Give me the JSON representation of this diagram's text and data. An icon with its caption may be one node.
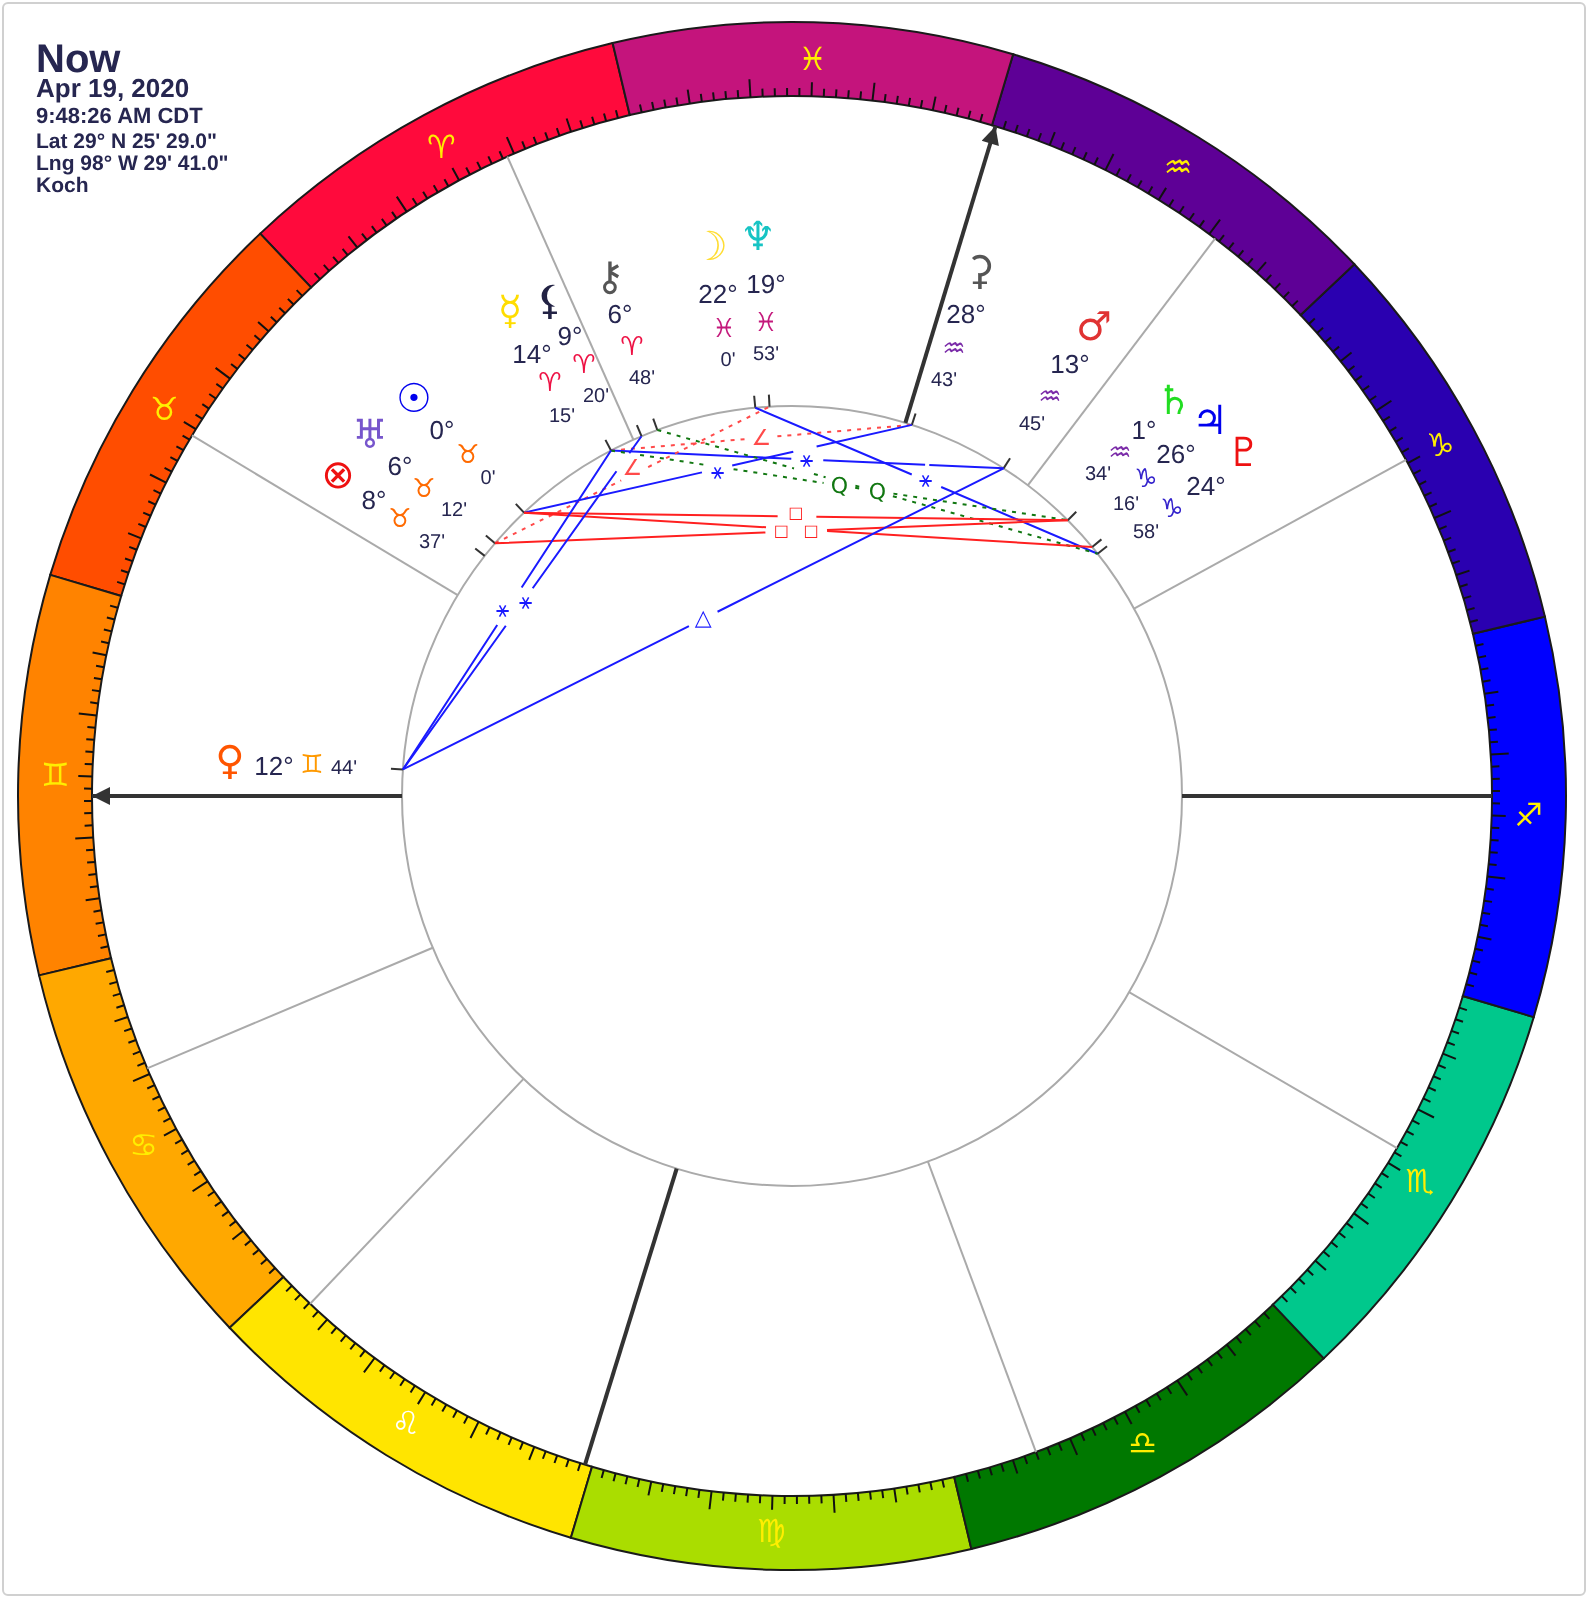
{
  "diagram": {
    "title": "Now",
    "nodes": [
      {
        "text": [
          "♈"
        ]
      },
      {
        "text": [
          "♉"
        ]
      },
      {
        "text": [
          "♊"
        ]
      },
      {
        "text": [
          "♋"
        ]
      },
      {
        "text": [
          "♌"
        ]
      },
      {
        "text": [
          "♍"
        ]
      },
      {
        "text": [
          "♎"
        ]
      },
      {
        "text": [
          "♏"
        ]
      },
      {
        "text": [
          "♐"
        ]
      },
      {
        "text": [
          "♑"
        ]
      },
      {
        "text": [
          "♒"
        ]
      },
      {
        "text": [
          "♓"
        ]
      }
    ],
    "edges": [
      {
        "from": null,
        "to": 2,
        "arrow": "to"
      },
      {
        "from": null,
        "to": 10,
        "arrow": "to"
      }
    ],
    "labels": [
      "Apr 19, 2020",
      "9:48:26 AM CDT",
      "Lat 29° N 25' 29.0\"",
      "Lng 98° W 29' 41.0\"",
      "Koch",
      "♆",
      "19°",
      "♓",
      "53'",
      "☽",
      "22°",
      "♓",
      "0'",
      "⚳",
      "28°",
      "♒",
      "43'",
      "⚷",
      "6°",
      "♈",
      "48'",
      "⚸",
      "9°",
      "♈",
      "20'",
      "☿",
      "14°",
      "♈",
      "15'",
      "♂",
      "13°",
      "♒",
      "45'",
      "☉",
      "0°",
      "♉",
      "0'",
      "♄",
      "1°",
      "♒",
      "34'",
      "♃",
      "26°",
      "♑",
      "16'",
      "♅",
      "6°",
      "♉",
      "12'",
      "♇",
      "24°",
      "♑",
      "58'",
      "⊗",
      "8°",
      "♉",
      "37'",
      "♀",
      "12°",
      "♊",
      "44'",
      "∠",
      "⚹",
      "∠",
      "⚹",
      "⚹",
      "Q",
      "Q",
      "□",
      "□",
      "□",
      "⚹",
      "⚹",
      "△"
    ]
  }
}
